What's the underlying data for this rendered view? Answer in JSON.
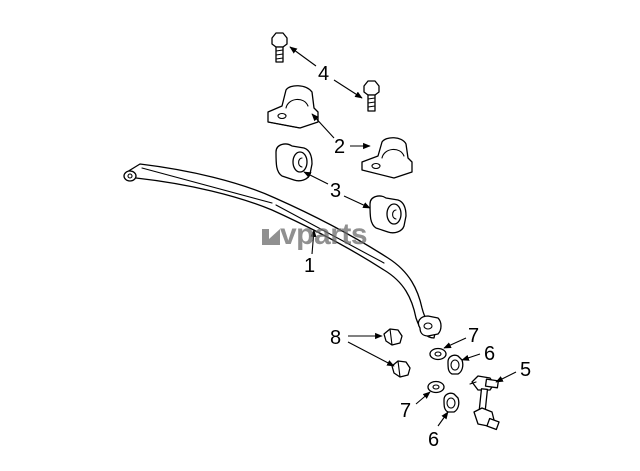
{
  "watermark": {
    "text": "vparts"
  },
  "callouts": {
    "c1": "1",
    "c2": "2",
    "c3": "3",
    "c4": "4",
    "c5": "5",
    "c6a": "6",
    "c6b": "6",
    "c7a": "7",
    "c7b": "7",
    "c8": "8"
  },
  "colors": {
    "line": "#000000",
    "watermark": "#6b6b6b"
  }
}
